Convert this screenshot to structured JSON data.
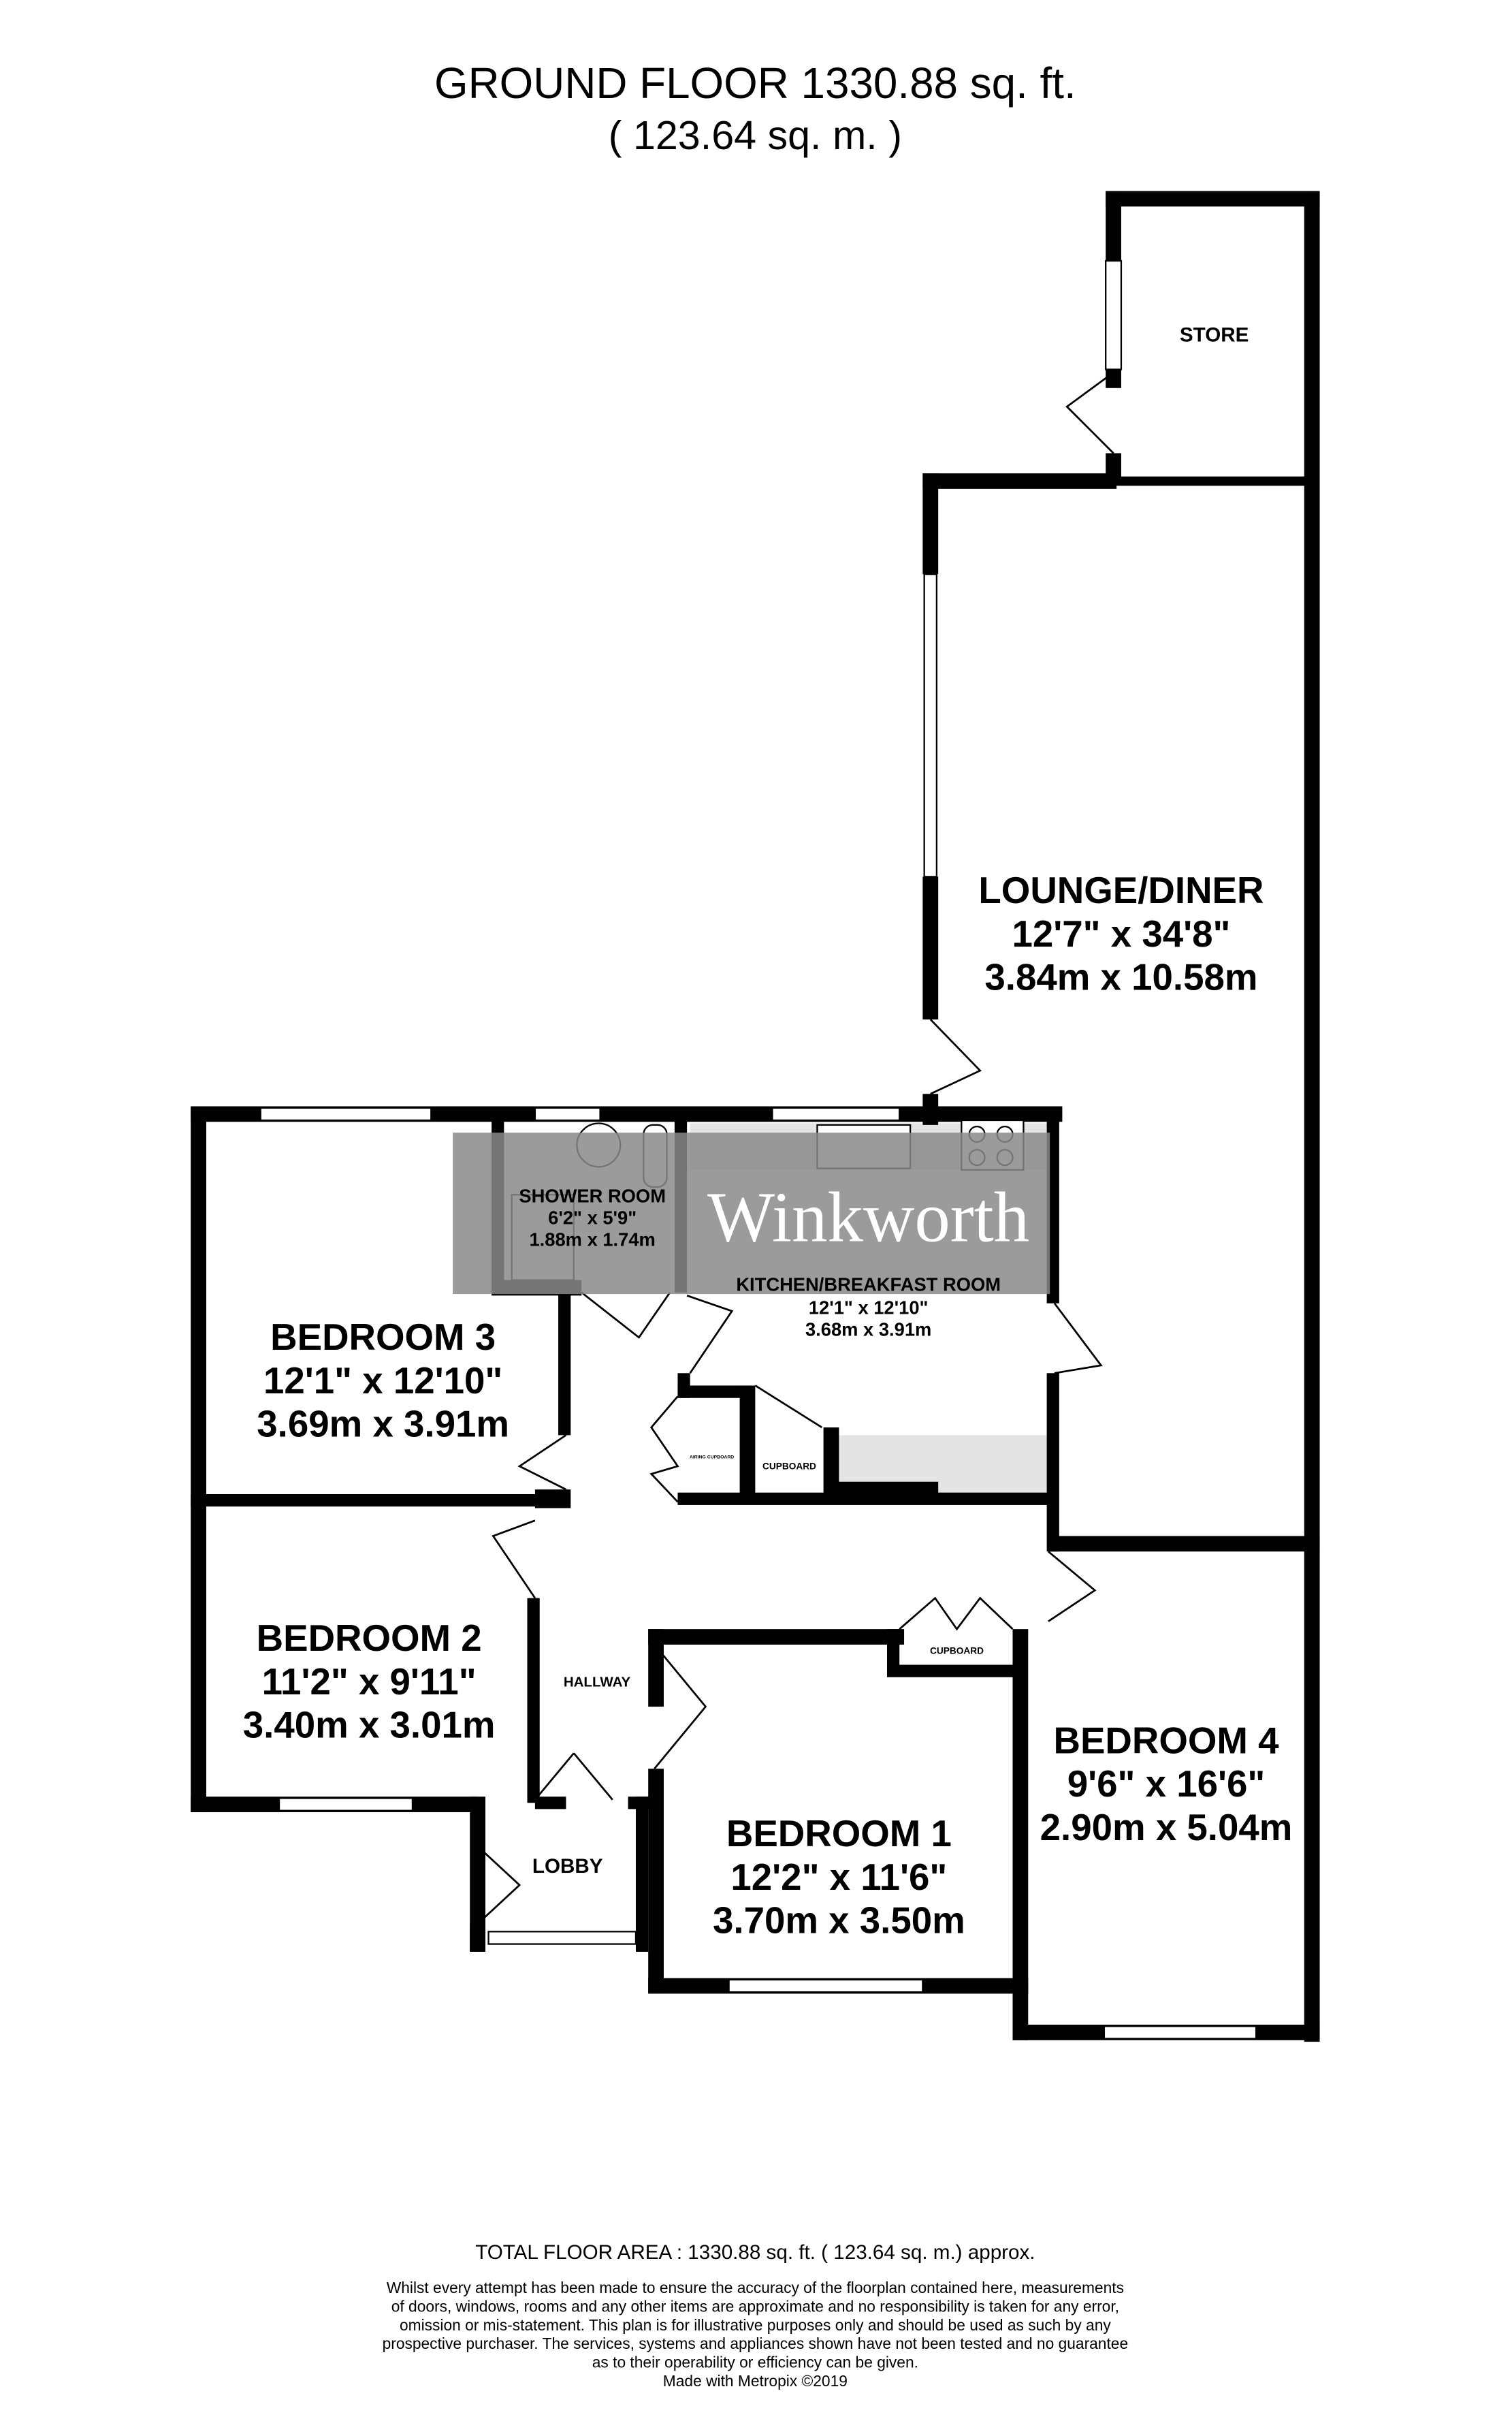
{
  "header": {
    "title": "GROUND FLOOR 1330.88 sq. ft.",
    "subtitle": "( 123.64 sq. m. )"
  },
  "watermark": "Winkworth",
  "rooms": [
    {
      "name": "STORE"
    },
    {
      "name": "LOUNGE/DINER",
      "imperial": "12'7\" x 34'8\"",
      "metric": "3.84m x 10.58m"
    },
    {
      "name": "SHOWER ROOM",
      "imperial": "6'2\" x 5'9\"",
      "metric": "1.88m x 1.74m"
    },
    {
      "name": "KITCHEN/BREAKFAST ROOM",
      "imperial": "12'1\" x 12'10\"",
      "metric": "3.68m x 3.91m"
    },
    {
      "name": "BEDROOM 3",
      "imperial": "12'1\" x 12'10\"",
      "metric": "3.69m x 3.91m"
    },
    {
      "name": "BEDROOM 2",
      "imperial": "11'2\" x 9'11\"",
      "metric": "3.40m x 3.01m"
    },
    {
      "name": "HALLWAY"
    },
    {
      "name": "LOBBY"
    },
    {
      "name": "BEDROOM 1",
      "imperial": "12'2\" x 11'6\"",
      "metric": "3.70m x 3.50m"
    },
    {
      "name": "BEDROOM 4",
      "imperial": "9'6\" x 16'6\"",
      "metric": "2.90m x 5.04m"
    }
  ],
  "labels": {
    "airing_cupboard": "AIRING CUPBOARD",
    "cupboard": "CUPBOARD"
  },
  "footer": {
    "total": "TOTAL FLOOR AREA : 1330.88 sq. ft. ( 123.64 sq. m.) approx.",
    "disclaimer": [
      "Whilst every attempt has been made to ensure the accuracy of the floorplan contained here, measurements",
      "of doors, windows, rooms and any other items are approximate and no responsibility is taken for any error,",
      "omission or mis-statement. This plan is for illustrative purposes only and should be used as such by any",
      "prospective purchaser. The services, systems and appliances shown have not been tested and no guarantee",
      "as to their operability or efficiency can be given."
    ],
    "credit": "Made with Metropix ©2019"
  },
  "colors": {
    "wall": "#000000",
    "watermark_band": "#8a8a8a",
    "worktop": "#e4e4e4"
  }
}
